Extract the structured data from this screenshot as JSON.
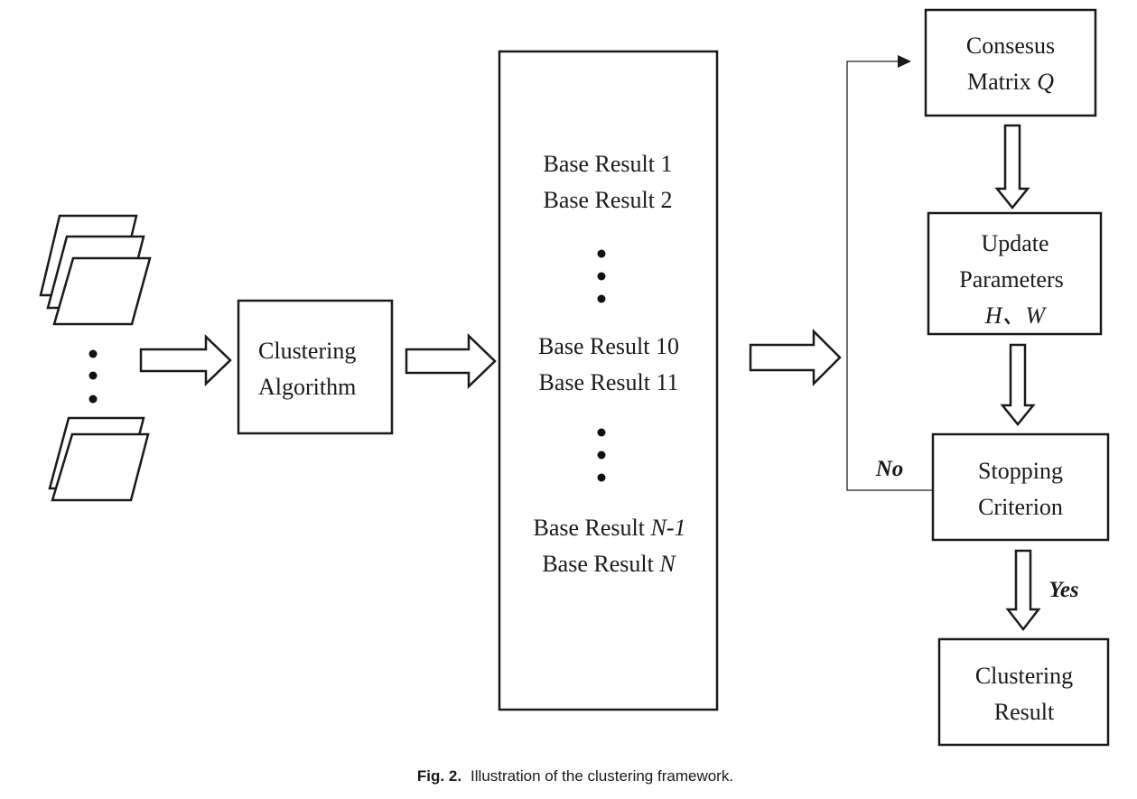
{
  "figure": {
    "clustering_algorithm": {
      "lines": [
        "Clustering",
        "Algorithm"
      ]
    },
    "base_results": {
      "group1": [
        "Base Result 1",
        "Base Result 2"
      ],
      "group2": [
        "Base Result 10",
        "Base Result 11"
      ],
      "group3": [
        {
          "text": "Base Result",
          "var": "N-1"
        },
        {
          "text": "Base Result",
          "var": "N"
        }
      ]
    },
    "consensus_matrix": {
      "line1": "Consesus",
      "line2_text": "Matrix",
      "line2_var": "Q"
    },
    "update_parameters": {
      "line1": "Update",
      "line2": "Parameters",
      "vars": "H、W"
    },
    "stopping_criterion": {
      "lines": [
        "Stopping",
        "Criterion"
      ]
    },
    "clustering_result": {
      "lines": [
        "Clustering",
        "Result"
      ]
    },
    "edge_labels": {
      "no": "No",
      "yes": "Yes"
    }
  },
  "caption": {
    "label": "Fig. 2.",
    "text": "Illustration of the clustering framework."
  }
}
